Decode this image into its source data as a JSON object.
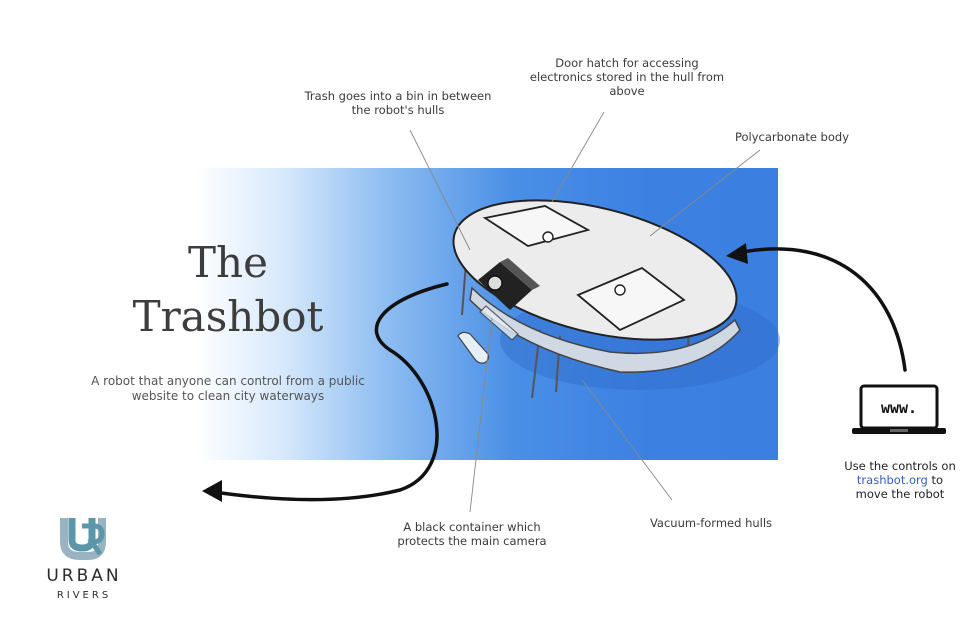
{
  "title": {
    "line1": "The",
    "line2": "Trashbot"
  },
  "subtitle": "A robot that anyone can control from a public website to clean city waterways",
  "callouts": {
    "bin": "Trash goes into a bin in between the robot's hulls",
    "door": "Door hatch for accessing electronics stored in the hull from above",
    "polycarbonate": "Polycarbonate body",
    "camera": "A black container which protects the main camera",
    "hulls": "Vacuum-formed hulls"
  },
  "controls": {
    "line1": "Use the controls on",
    "link": "trashbot.org",
    "line2": "to",
    "line3": "move the robot"
  },
  "laptop_screen": "www.",
  "logo": {
    "word": "URBAN",
    "sub": "RIVERS",
    "color": "#5b97a8",
    "accent": "#9ab3c2"
  },
  "icons": {
    "logo": "urban-rivers-logo-icon",
    "laptop": "laptop-icon"
  },
  "colors": {
    "water": "#3b7fe0",
    "arrow": "#111111"
  }
}
